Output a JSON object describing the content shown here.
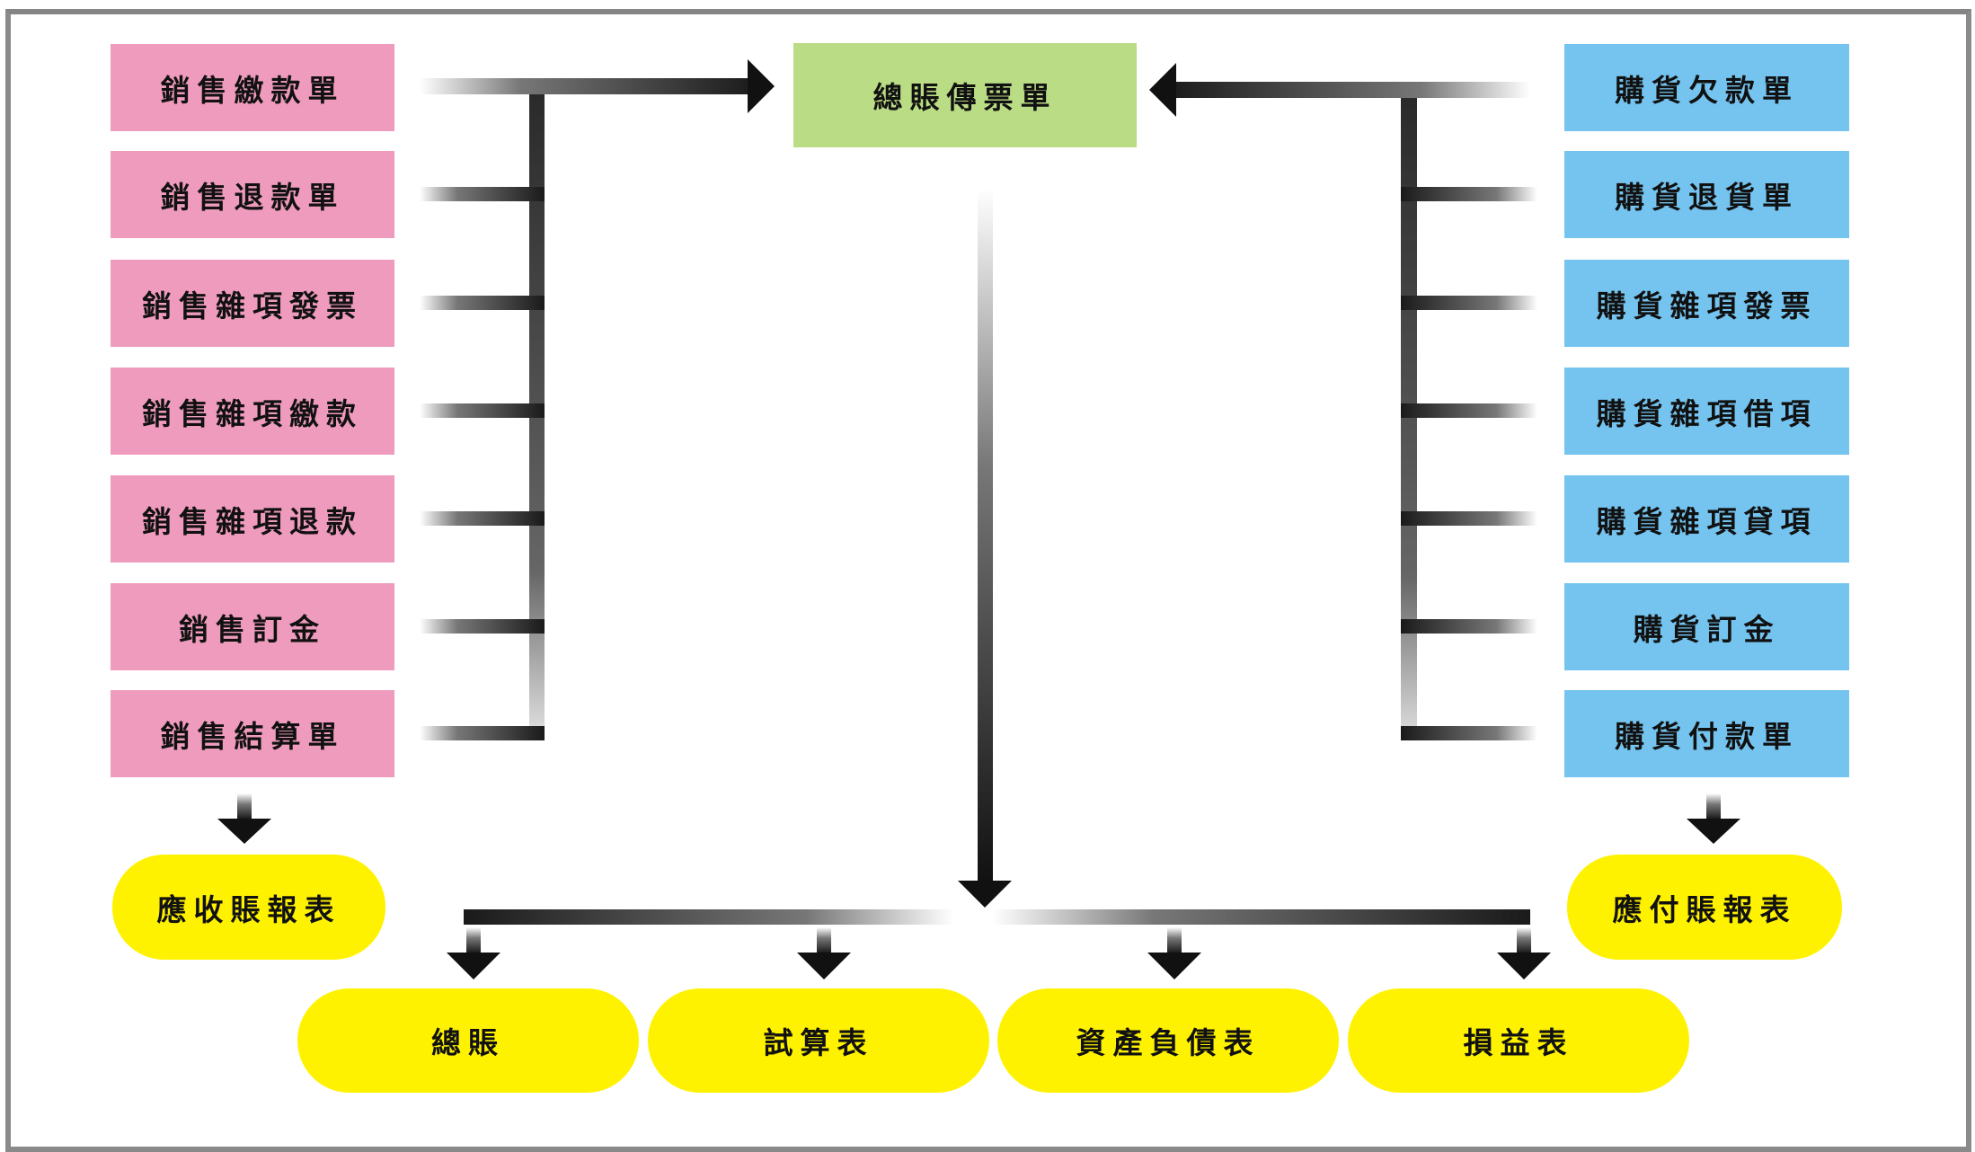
{
  "center": {
    "label": "總賬傳票單"
  },
  "sales_docs": [
    "銷售繳款單",
    "銷售退款單",
    "銷售雜項發票",
    "銷售雜項繳款",
    "銷售雜項退款",
    "銷售訂金",
    "銷售結算單"
  ],
  "purchase_docs": [
    "購貨欠款單",
    "購貨退貨單",
    "購貨雜項發票",
    "購貨雜項借項",
    "購貨雜項貸項",
    "購貨訂金",
    "購貨付款單"
  ],
  "reports": {
    "receivable": "應收賬報表",
    "payable": "應付賬報表"
  },
  "outputs": [
    "總賬",
    "試算表",
    "資產負債表",
    "損益表"
  ],
  "colors": {
    "sales": "#ef9bbd",
    "purchase": "#74c4ef",
    "center": "#b9dc84",
    "report": "#fff200"
  }
}
